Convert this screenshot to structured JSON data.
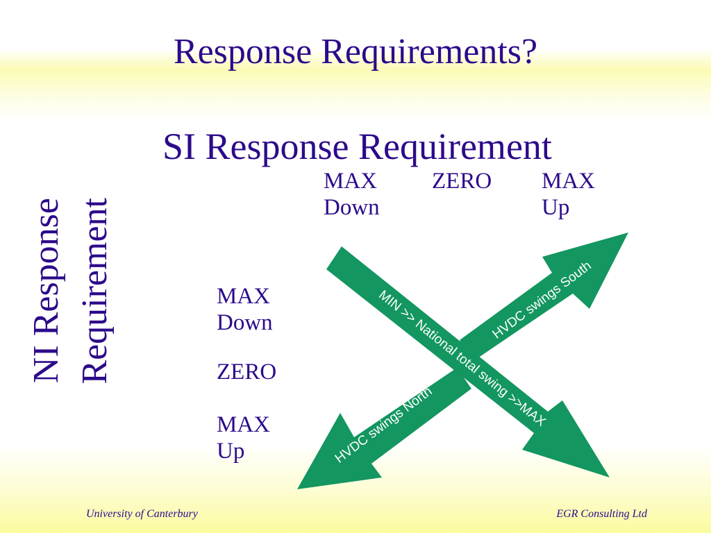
{
  "slide": {
    "title": "Response Requirements?",
    "subtitle": "SI Response Requirement",
    "vertical_label_line1": "NI Response",
    "vertical_label_line2": "Requirement"
  },
  "top_axis": {
    "left": "MAX\nDown",
    "middle": "ZERO",
    "right": "MAX\nUp"
  },
  "side_axis": {
    "top": "MAX\nDown",
    "middle": "ZERO",
    "bottom": "MAX\nUp"
  },
  "arrows": {
    "diagonal_down": "MIN >> National total swing >>MAX",
    "diagonal_up_north": "HVDC swings North",
    "diagonal_up_south": "HVDC swings South"
  },
  "colors": {
    "title": "#2c0a8a",
    "arrow_fill": "#139660",
    "arrow_text": "#ffffff"
  },
  "footer": {
    "left": "University of Canterbury",
    "right": "EGR Consulting Ltd"
  }
}
